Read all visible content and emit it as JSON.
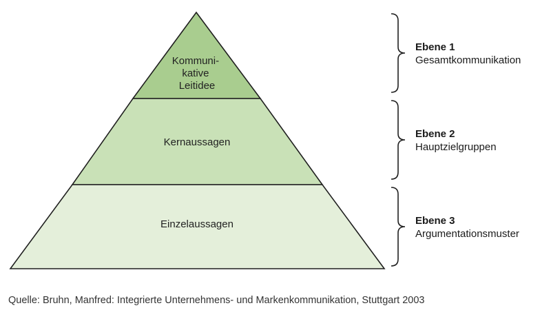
{
  "pyramid": {
    "tiers": [
      {
        "lines": [
          "Kommuni-",
          "kative",
          "Leitidee"
        ],
        "fill": "#a9cd8f"
      },
      {
        "lines": [
          "Kernaussagen"
        ],
        "fill": "#c9e1b7"
      },
      {
        "lines": [
          "Einzelaussagen"
        ],
        "fill": "#e4efda"
      }
    ],
    "stroke": "#1f1f1f"
  },
  "levels": [
    {
      "title": "Ebene 1",
      "subtitle": "Gesamtkommunikation"
    },
    {
      "title": "Ebene 2",
      "subtitle": "Hauptzielgruppen"
    },
    {
      "title": "Ebene 3",
      "subtitle": "Argumentationsmuster"
    }
  ],
  "source": "Quelle: Bruhn, Manfred: Integrierte Unternehmens- und Markenkommunikation, Stuttgart 2003"
}
